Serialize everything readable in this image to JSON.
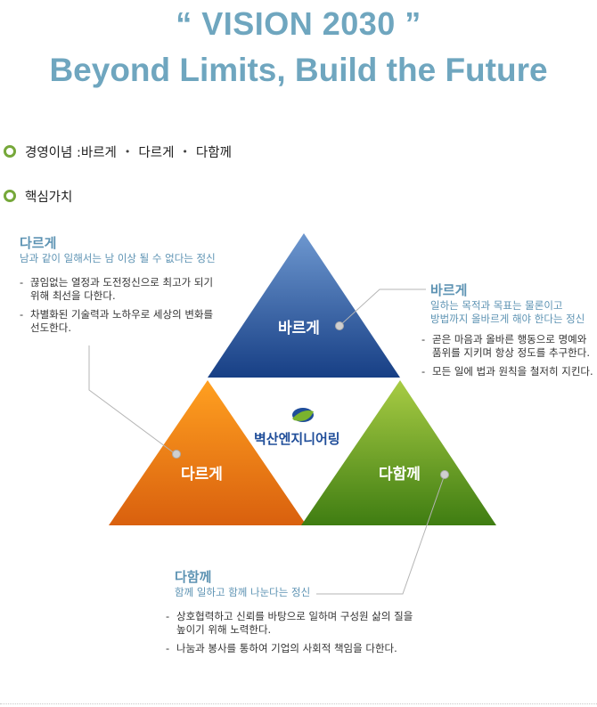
{
  "header": {
    "vision": "“ VISION 2030 ”",
    "slogan": "Beyond Limits, Build the Future"
  },
  "philosophy": {
    "label": "경영이념 : ",
    "items": [
      "바르게",
      "다르게",
      "다함께"
    ],
    "separator": "•"
  },
  "core_values": {
    "label": "핵심가치"
  },
  "diagram": {
    "top_label": "바르게",
    "left_label": "다르게",
    "right_label": "다함께",
    "logo_text": "벽산엔지니어링",
    "colors": {
      "top": "#2f5fa0",
      "left": "#ef7d12",
      "right": "#5c9a1e",
      "accent": "#5d93b3",
      "bullet": "#76a83a"
    }
  },
  "blocks": {
    "dareuge": {
      "title": "다르게",
      "subtitle": "남과 같이 일해서는 남 이상 될 수 없다는 정신",
      "items": [
        [
          "끊임없는 열정과 도전정신으로 최고가 되기",
          "위해 최선을 다한다."
        ],
        [
          "차별화된 기술력과 노하우로 세상의 변화를",
          "선도한다."
        ]
      ]
    },
    "bareuge": {
      "title": "바르게",
      "subtitle": [
        "일하는 목적과 목표는 물론이고",
        "방법까지 올바르게 해야 한다는 정신"
      ],
      "items": [
        [
          "곧은 마음과 올바른 행동으로 명예와",
          "품위를 지키며 항상 정도를 추구한다."
        ],
        [
          "모든 일에 법과 원칙을 철저히 지킨다."
        ]
      ]
    },
    "dahamkke": {
      "title": "다함께",
      "subtitle": "함께 일하고 함께 나눈다는 정신",
      "items": [
        [
          "상호협력하고 신뢰를 바탕으로 일하며 구성원 삶의 질을",
          "높이기 위해 노력한다."
        ],
        [
          "나눔과 봉사를 통하여 기업의 사회적 책임을 다한다."
        ]
      ]
    }
  }
}
